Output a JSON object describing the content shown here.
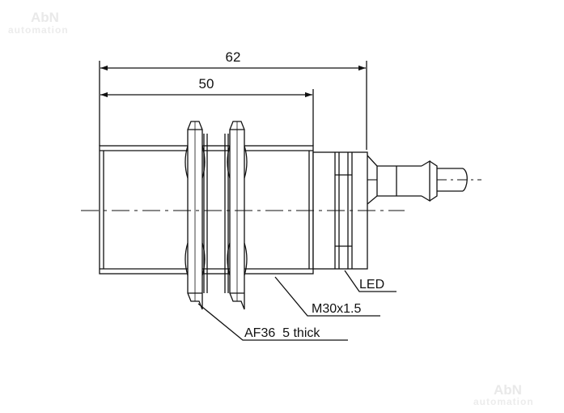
{
  "watermark": {
    "brand": "AbN",
    "tagline": "automation"
  },
  "dimensions": {
    "overall_length": "62",
    "thread_length": "50"
  },
  "callouts": {
    "led": "LED",
    "thread": "M30x1.5",
    "nut": "AF36  5 thick"
  },
  "colors": {
    "line": "#111111",
    "watermark": "#e6e6e6",
    "background": "#ffffff"
  }
}
